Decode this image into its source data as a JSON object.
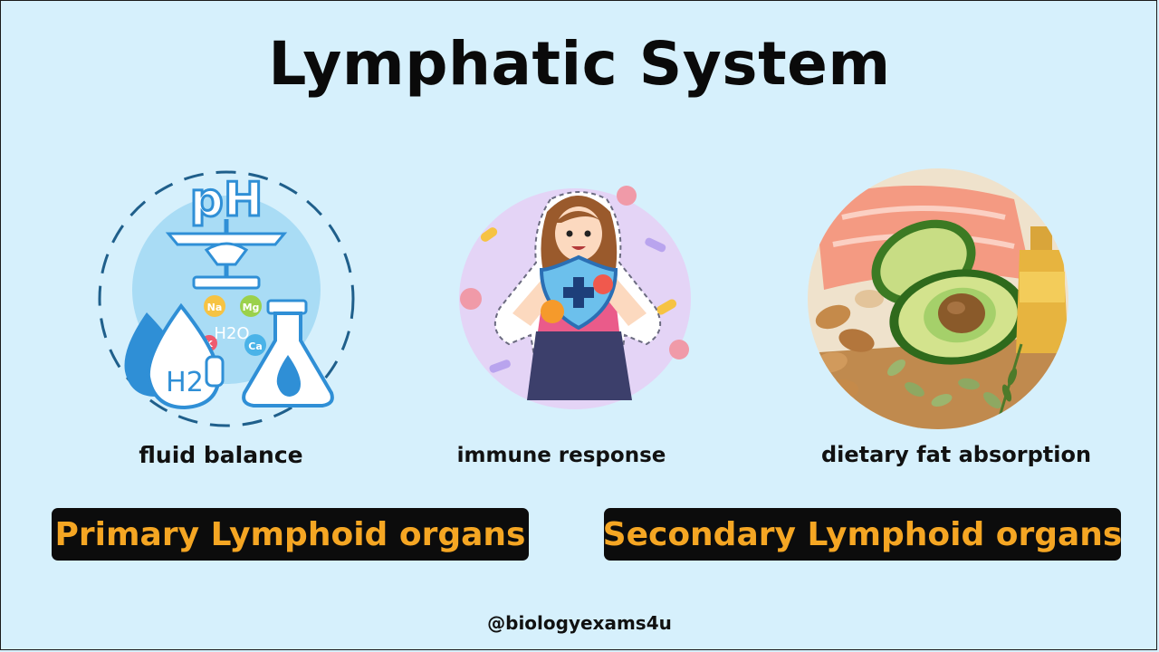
{
  "title": "Lymphatic System",
  "functions": [
    {
      "caption": "fluid balance",
      "icon": "ph-balance-water-icon"
    },
    {
      "caption": "immune response",
      "icon": "immune-girl-shield-icon"
    },
    {
      "caption": "dietary fat absorption",
      "icon": "avocado-salmon-nuts-photo"
    }
  ],
  "chem_labels": {
    "ph": "pH",
    "na": "Na",
    "mg": "Mg",
    "k": "K",
    "ca": "Ca",
    "h2o": "H2O",
    "h2": "H2"
  },
  "organs": {
    "primary": "Primary Lymphoid organs",
    "secondary": "Secondary Lymphoid organs"
  },
  "handle": "@biologyexams4u",
  "colors": {
    "background": "#d6f0fc",
    "pill_background": "#0c0c0c",
    "pill_text": "#f5a623",
    "icon_blue": "#2f8fd6"
  }
}
